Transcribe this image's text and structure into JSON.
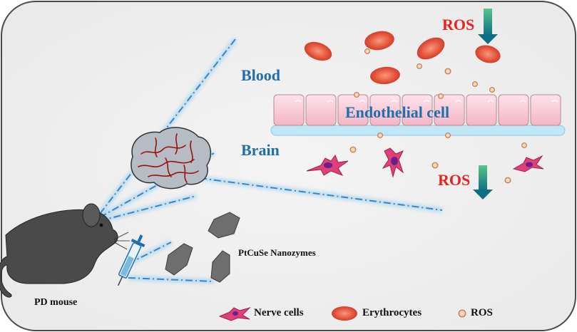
{
  "labels": {
    "blood": "Blood",
    "brain": "Brain",
    "endothelial": "Endothelial cell",
    "ros_top": "ROS",
    "ros_bottom": "ROS",
    "nanozymes": "PtCuSe Nanozymes",
    "pd_mouse": "PD mouse"
  },
  "legend": [
    {
      "icon": "nerve-cell-icon",
      "label": "Nerve cells"
    },
    {
      "icon": "erythrocyte-icon",
      "label": "Erythrocytes"
    },
    {
      "icon": "ros-icon",
      "label": "ROS"
    }
  ],
  "colors": {
    "label_blue": "#1f6fae",
    "ros_red": "#e8231f",
    "arrow_green": "#138a6e",
    "erythrocyte": "#e5533c",
    "endothelium": "#f7c6d3",
    "membrane": "#bfe7f5",
    "nerve_cell": "#e0407a",
    "ros_particle": "#f1b48f"
  }
}
